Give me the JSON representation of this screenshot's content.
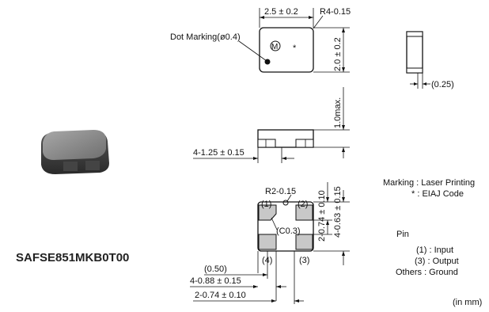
{
  "part_number": "SAFSE851MKB0T00",
  "top_view": {
    "width_dim": "2.5 ± 0.2",
    "corner_radius": "R4-0.15",
    "dot_marking": "Dot Marking(ø0.4)",
    "marking_symbol": "M",
    "asterisk": "*",
    "height_dim": "2.0 ± 0.2"
  },
  "side_view_right": {
    "dim": "(0.25)"
  },
  "side_view_front": {
    "max_height": "1.0max.",
    "terminal_dim": "4-1.25 ± 0.15"
  },
  "bottom_view": {
    "corner_radius": "R2-0.15",
    "chamfer": "(C0.3)",
    "pin1": "(1)",
    "pin2": "(2)",
    "pin3": "(3)",
    "pin4": "(4)",
    "vert_dim_outer": "2-0.74 ± 0.10",
    "vert_dim_inner": "4-0.63 ± 0.15",
    "horiz_dim_gap": "(0.50)",
    "horiz_dim_pad": "4-0.88 ± 0.15",
    "horiz_dim_outer": "2-0.74 ± 0.10"
  },
  "notes": {
    "marking_line1": "Marking : Laser Printing",
    "marking_line2": "* : EIAJ Code",
    "pin_title": "Pin",
    "pin_input": "(1) : Input",
    "pin_output": "(3) : Output",
    "pin_others": "Others : Ground",
    "units": "(in mm)"
  },
  "icons": {
    "component_photo": "smd-component-photo-icon"
  }
}
